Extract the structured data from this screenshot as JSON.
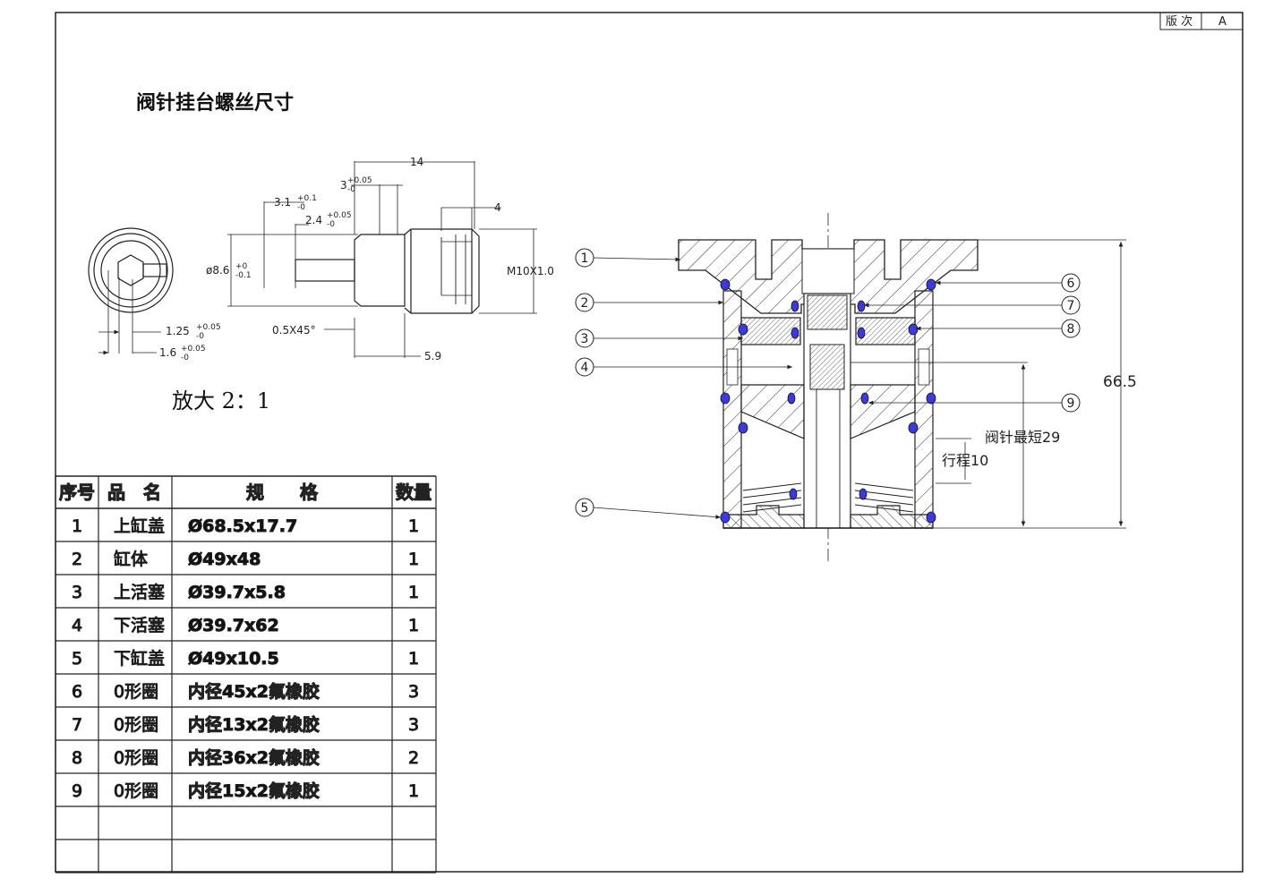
{
  "revision": {
    "label": "版 次",
    "value": "A"
  },
  "detail": {
    "title": "阀针挂台螺丝尺寸",
    "scale_note": "放大 2：1",
    "dimensions": {
      "d14": "14",
      "d3": "3",
      "d3_tol_upper": "+0.05",
      "d3_tol_lower": "-0",
      "d31": "3.1",
      "d31_tol_upper": "+0.1",
      "d31_tol_lower": "-0",
      "d24": "2.4",
      "d24_tol_upper": "+0.05",
      "d24_tol_lower": "-0",
      "d4": "4",
      "dia86": "ø8.6",
      "dia86_tol_upper": "+0",
      "dia86_tol_lower": "-0.1",
      "m10": "M10X1.0",
      "chamfer": "0.5X45°",
      "d59": "5.9",
      "d125": "1.25",
      "d125_tol_upper": "+0.05",
      "d125_tol_lower": "-0",
      "d16": "1.6",
      "d16_tol_upper": "+0.05",
      "d16_tol_lower": "-0"
    }
  },
  "assembly": {
    "balloons": [
      "1",
      "2",
      "3",
      "4",
      "5",
      "6",
      "7",
      "8",
      "9"
    ],
    "dim_height": "66.5",
    "dim_needle": "阀针最短29",
    "dim_stroke": "行程10"
  },
  "bom": {
    "headers": [
      "序号",
      "品　名",
      "规　　格",
      "数量"
    ],
    "rows": [
      {
        "no": "1",
        "name": "上缸盖",
        "spec": "Ø68.5x17.7",
        "qty": "1"
      },
      {
        "no": "2",
        "name": "缸体",
        "spec": "Ø49x48",
        "qty": "1"
      },
      {
        "no": "3",
        "name": "上活塞",
        "spec": "Ø39.7x5.8",
        "qty": "1"
      },
      {
        "no": "4",
        "name": "下活塞",
        "spec": "Ø39.7x62",
        "qty": "1"
      },
      {
        "no": "5",
        "name": "下缸盖",
        "spec": "Ø49x10.5",
        "qty": "1"
      },
      {
        "no": "6",
        "name": "0形圈",
        "spec": "内径45x2氟橡胶",
        "qty": "3"
      },
      {
        "no": "7",
        "name": "0形圈",
        "spec": "内径13x2氟橡胶",
        "qty": "3"
      },
      {
        "no": "8",
        "name": "0形圈",
        "spec": "内径36x2氟橡胶",
        "qty": "2"
      },
      {
        "no": "9",
        "name": "0形圈",
        "spec": "内径15x2氟橡胶",
        "qty": "1"
      }
    ]
  },
  "colors": {
    "line": "#222222",
    "oring": "#3a3ae0",
    "background": "#ffffff"
  }
}
